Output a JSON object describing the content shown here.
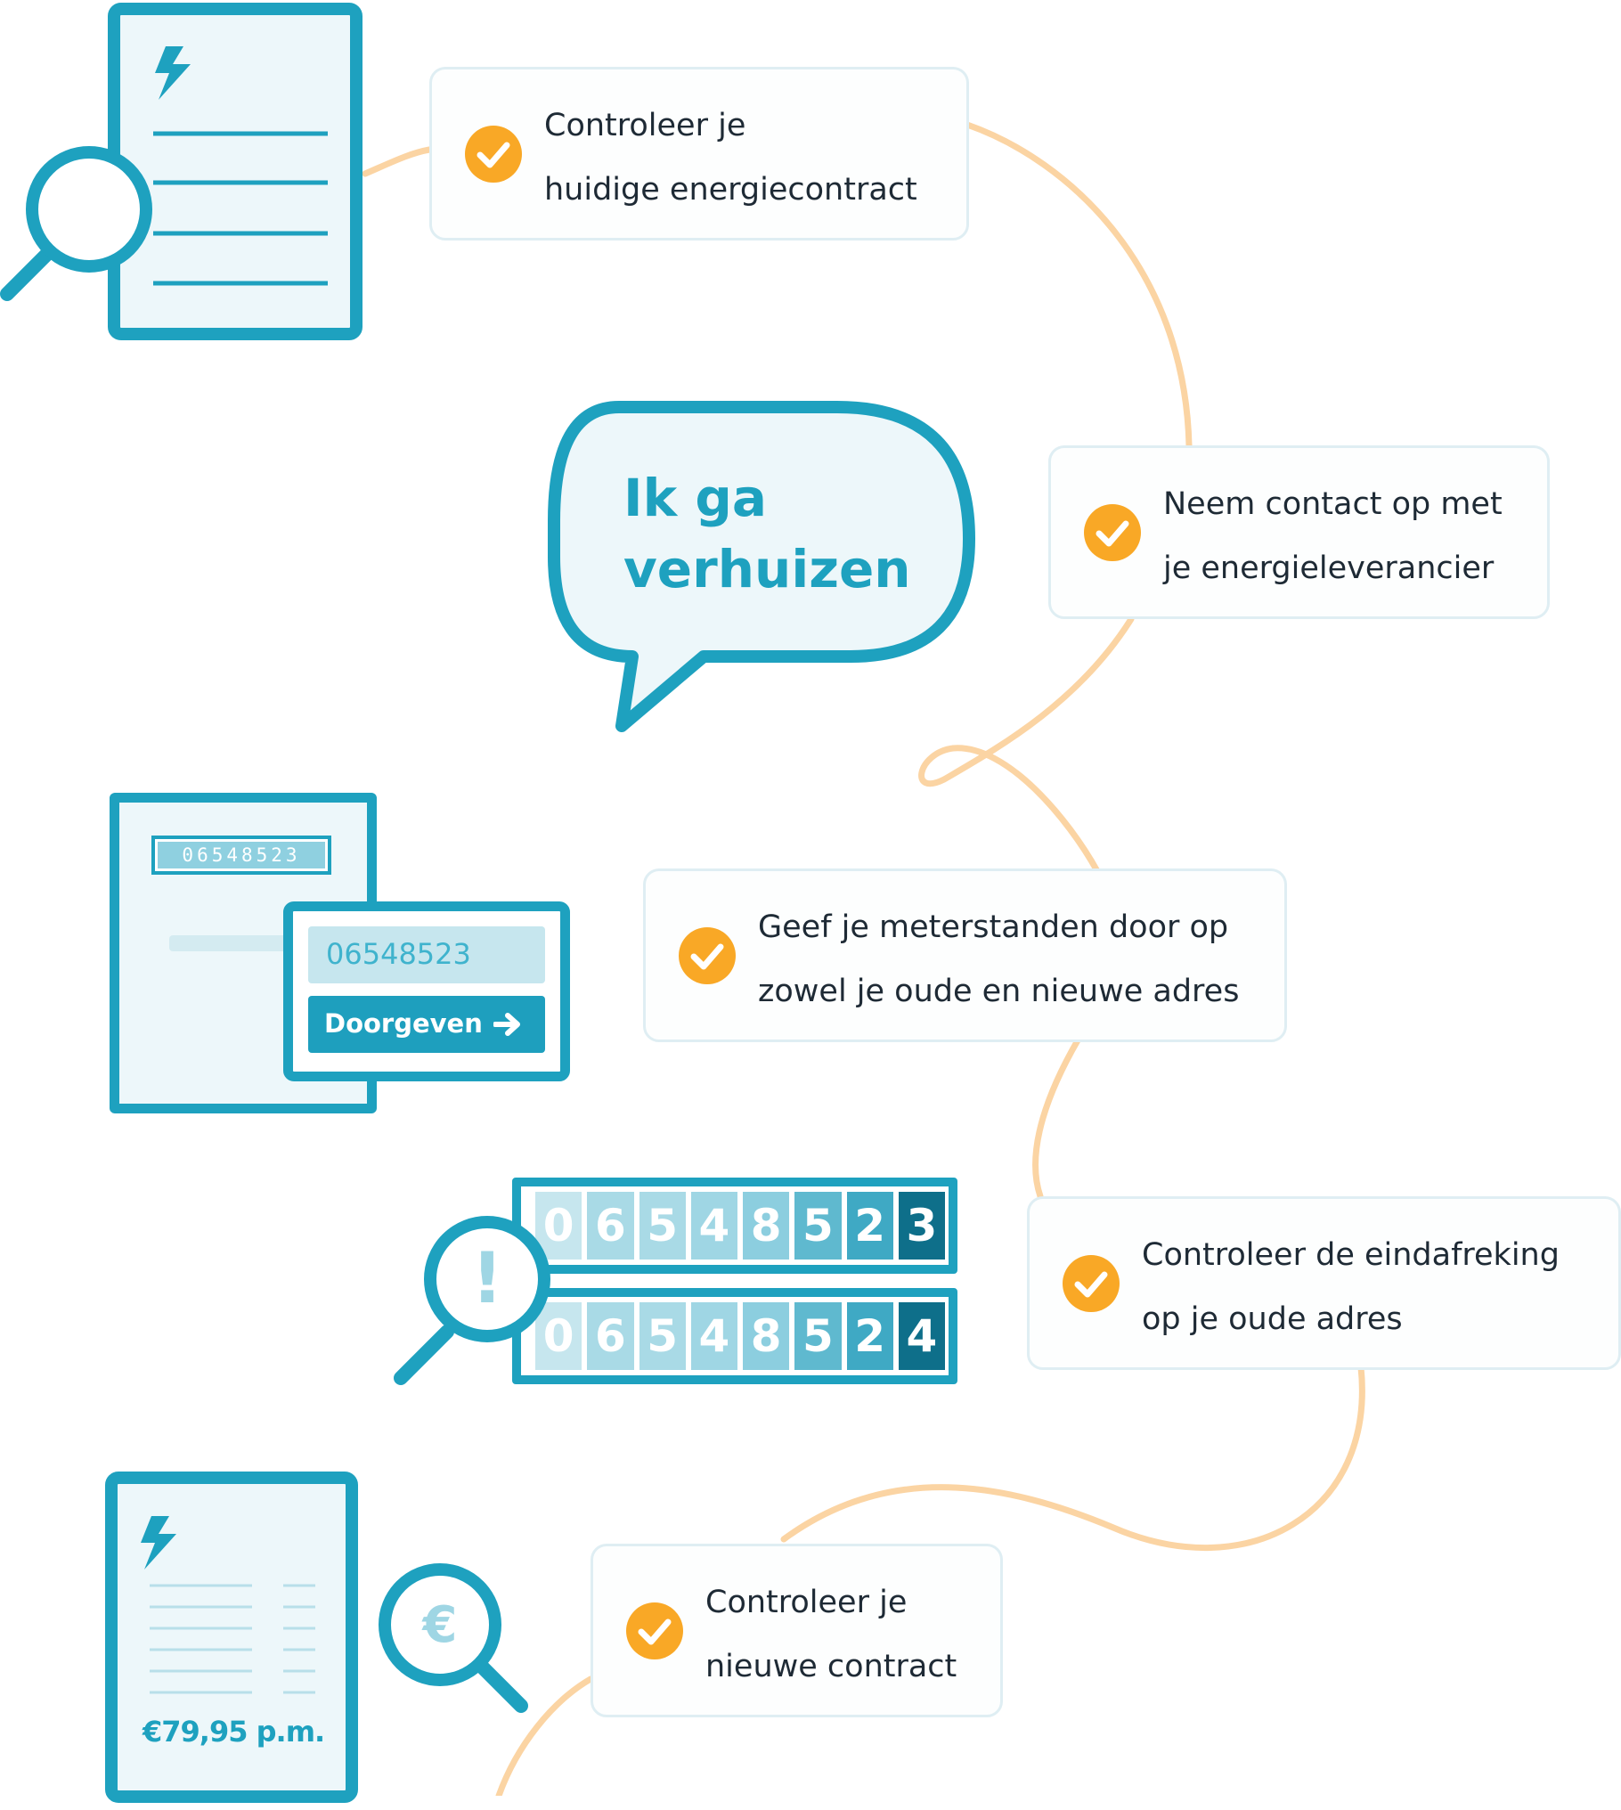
{
  "steps": [
    {
      "line1": "Controleer je",
      "line2": "huidige energiecontract"
    },
    {
      "line1": "Neem contact op met",
      "line2": "je energieleverancier"
    },
    {
      "line1": "Geef je meterstanden door op",
      "line2": "zowel je oude en nieuwe adres"
    },
    {
      "line1": "Controleer de eindafreking",
      "line2": "op je oude adres"
    },
    {
      "line1": "Controleer je",
      "line2": "nieuwe contract"
    }
  ],
  "bubble": {
    "line1": "Ik ga",
    "line2": "verhuizen"
  },
  "meter_small": "06548523",
  "meter_input": "06548523",
  "submit_label": "Doorgeven",
  "meter_old_digits": [
    "0",
    "6",
    "5",
    "4",
    "8",
    "5",
    "2",
    "3"
  ],
  "meter_new_digits": [
    "0",
    "6",
    "5",
    "4",
    "8",
    "5",
    "2",
    "4"
  ],
  "alert_mark": "!",
  "euro_symbol": "€",
  "price": "€79,95 p.m.",
  "colors": {
    "teal": "#1ea1bf",
    "light_teal": "#edf7fa",
    "orange": "#f9a826",
    "path": "#fbd4a3"
  },
  "icons": [
    "lightning-icon",
    "magnifier-icon",
    "check-icon",
    "arrow-right-icon",
    "speech-bubble-icon",
    "euro-icon"
  ]
}
